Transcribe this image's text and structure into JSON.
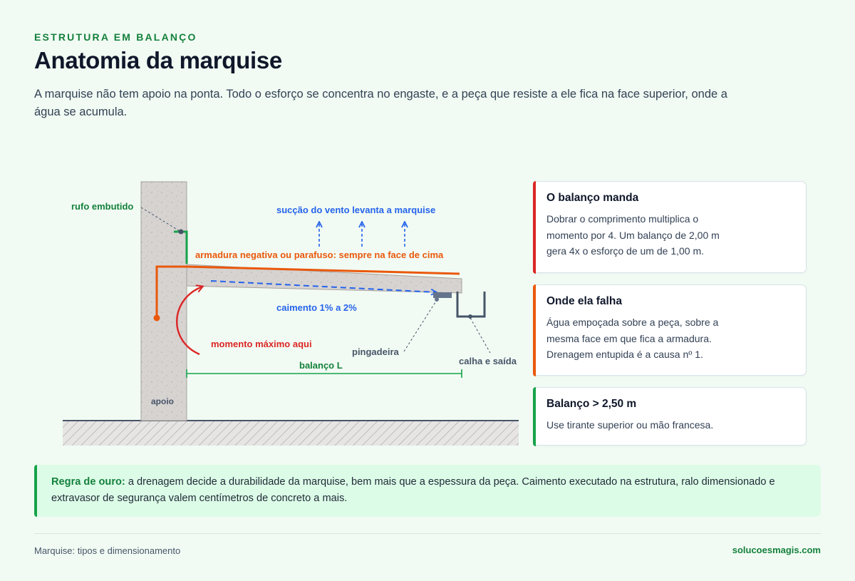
{
  "header": {
    "kicker": "ESTRUTURA EM BALANÇO",
    "title": "Anatomia da marquise",
    "lead": "A marquise não tem apoio na ponta. Todo o esforço se concentra no engaste, e a peça que resiste a ele fica na face superior, onde a água se acumula."
  },
  "diagram": {
    "labels": {
      "rufo": "rufo embutido",
      "succao": "sucção do vento levanta a marquise",
      "armadura": "armadura negativa ou parafuso: sempre na face de cima",
      "caimento": "caimento 1% a 2%",
      "momento": "momento máximo aqui",
      "pingadeira": "pingadeira",
      "calha": "calha e saída",
      "balanco": "balanço L",
      "apoio": "apoio"
    }
  },
  "cards": [
    {
      "title": "O balanço manda",
      "text": "Dobrar o comprimento multiplica o momento por 4. Um balanço de 2,00 m gera 4x o esforço de um de 1,00 m.",
      "accent": "#dc2626"
    },
    {
      "title": "Onde ela falha",
      "text": "Água empoçada sobre a peça, sobre a mesma face em que fica a armadura. Drenagem entupida é a causa nº 1.",
      "accent": "#ea580c"
    },
    {
      "title": "Balanço > 2,50 m",
      "text": "Use tirante superior ou mão francesa.",
      "accent": "#16a34a"
    }
  ],
  "rule": {
    "label": "Regra de ouro:",
    "text": " a drenagem decide a durabilidade da marquise, bem mais que a espessura da peça. Caimento executado na estrutura, ralo dimensionado e extravasor de segurança valem centímetros de concreto a mais."
  },
  "footer": {
    "left": "Marquise: tipos e dimensionamento",
    "right": "solucoesmagis.com"
  },
  "colors": {
    "green": "#15803d",
    "orange": "#ea580c",
    "red": "#dc2626",
    "blue": "#2563eb",
    "concrete": "#d6d3d1"
  }
}
